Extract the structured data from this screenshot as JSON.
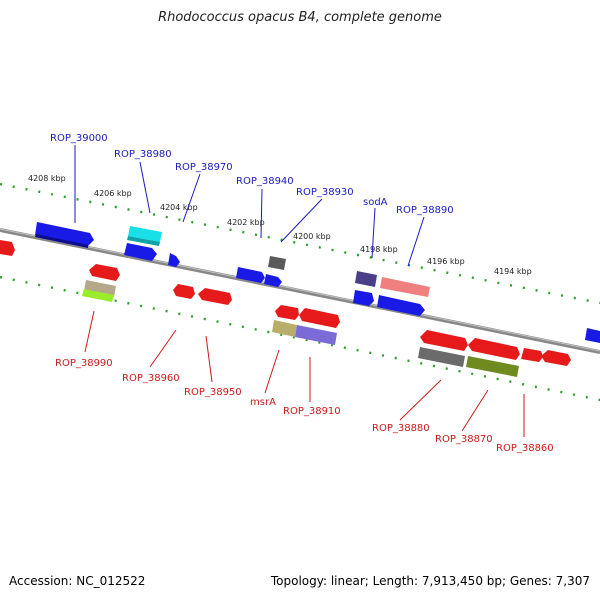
{
  "title": "Rhodococcus opacus B4, complete genome",
  "footer": {
    "accession": "Accession: NC_012522",
    "summary": "Topology: linear; Length: 7,913,450 bp; Genes: 7,307"
  },
  "colors": {
    "plus_label": "#1b1bbf",
    "minus_label": "#cc1b1b",
    "ticks": "#2e9e2e",
    "backbone": "#777777",
    "blue": "#1a1ae6",
    "red": "#e61a1a"
  },
  "scale_labels": [
    {
      "text": "4208 kbp",
      "pos": 0.06
    },
    {
      "text": "4206 kbp",
      "pos": 0.16
    },
    {
      "text": "4204 kbp",
      "pos": 0.27
    },
    {
      "text": "4202 kbp",
      "pos": 0.37
    },
    {
      "text": "4200 kbp",
      "pos": 0.47
    },
    {
      "text": "4198 kbp",
      "pos": 0.57
    },
    {
      "text": "4196 kbp",
      "pos": 0.67
    },
    {
      "text": "4194 kbp",
      "pos": 0.77
    }
  ],
  "genes_plus": [
    {
      "label": "ROP_39000",
      "pos": 0.08
    },
    {
      "label": "ROP_38980",
      "pos": 0.2
    },
    {
      "label": "ROP_38970",
      "pos": 0.28
    },
    {
      "label": "ROP_38940",
      "pos": 0.4
    },
    {
      "label": "ROP_38930",
      "pos": 0.46
    },
    {
      "label": "sodA",
      "pos": 0.6
    },
    {
      "label": "ROP_38890",
      "pos": 0.65
    }
  ],
  "genes_minus": [
    {
      "label": "ROP_38990",
      "pos": 0.13
    },
    {
      "label": "ROP_38960",
      "pos": 0.24
    },
    {
      "label": "ROP_38950",
      "pos": 0.31
    },
    {
      "label": "msrA",
      "pos": 0.42
    },
    {
      "label": "ROP_38910",
      "pos": 0.48
    },
    {
      "label": "ROP_38880",
      "pos": 0.68
    },
    {
      "label": "ROP_38870",
      "pos": 0.73
    },
    {
      "label": "ROP_38860",
      "pos": 0.8
    }
  ]
}
